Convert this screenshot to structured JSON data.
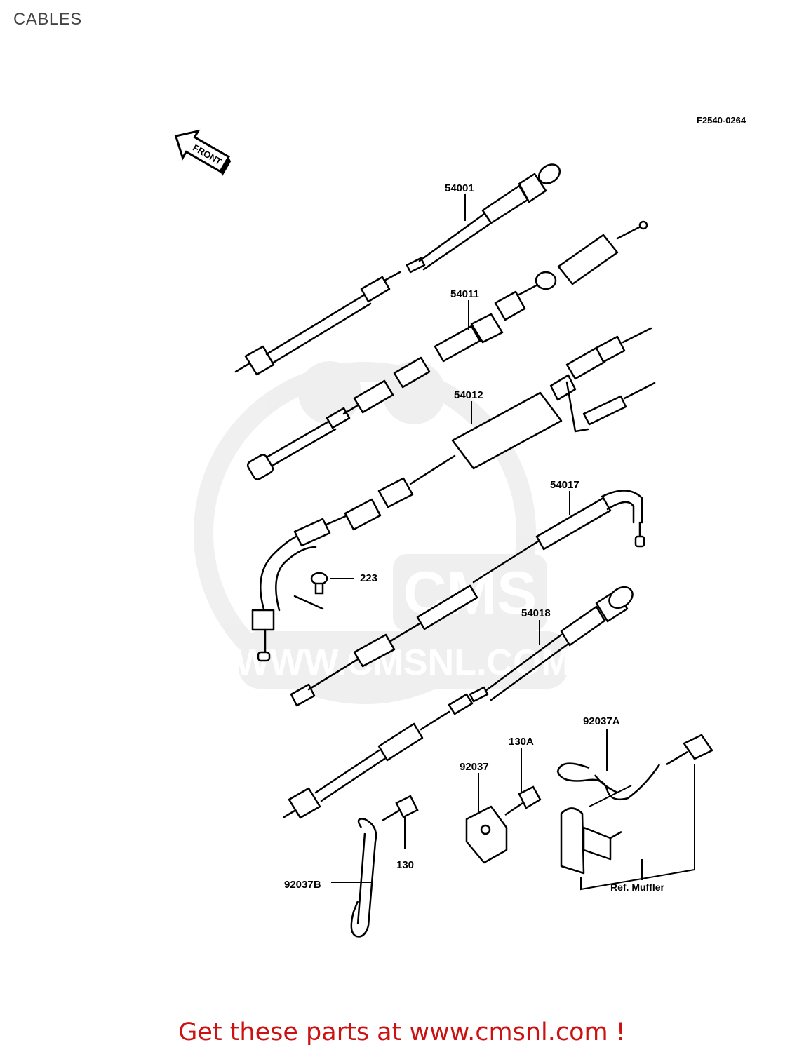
{
  "page": {
    "title": "CABLES"
  },
  "diagram": {
    "figure_code": "F2540-0264",
    "front_marker": "FRONT",
    "parts": [
      {
        "id": "p54001",
        "label": "54001"
      },
      {
        "id": "p54011",
        "label": "54011"
      },
      {
        "id": "p54012",
        "label": "54012"
      },
      {
        "id": "p54017",
        "label": "54017"
      },
      {
        "id": "p223",
        "label": "223"
      },
      {
        "id": "p54018",
        "label": "54018"
      },
      {
        "id": "p92037A",
        "label": "92037A"
      },
      {
        "id": "p130A",
        "label": "130A"
      },
      {
        "id": "p92037",
        "label": "92037"
      },
      {
        "id": "p130",
        "label": "130"
      },
      {
        "id": "p92037B",
        "label": "92037B"
      },
      {
        "id": "pref",
        "label": "Ref. Muffler"
      }
    ]
  },
  "watermark": {
    "url_text": "WWW.CMSNL.COM",
    "brand": "CMS"
  },
  "footer": {
    "cta": "Get these parts at www.cmsnl.com !",
    "color": "#cc1111"
  }
}
